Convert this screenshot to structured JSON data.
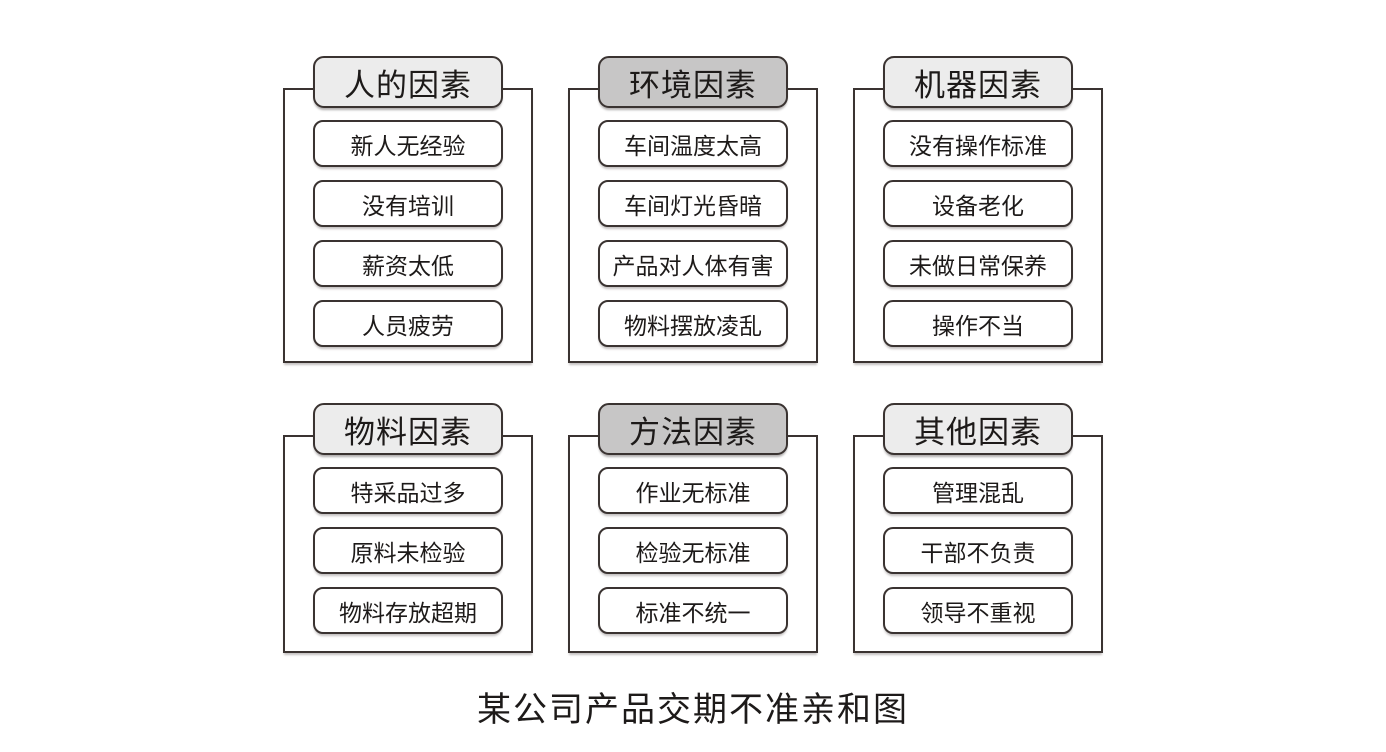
{
  "caption": "某公司产品交期不准亲和图",
  "colors": {
    "border": "#3a3331",
    "header_light": "#ececec",
    "header_dark": "#c7c6c6",
    "item_bg": "#ffffff",
    "text": "#1d1a19",
    "page_bg": "#ffffff"
  },
  "groups": [
    {
      "id": "human-factors",
      "label": "人的因素",
      "header_style": "light",
      "row": 0,
      "col": 0,
      "items": [
        "新人无经验",
        "没有培训",
        "薪资太低",
        "人员疲劳"
      ]
    },
    {
      "id": "environment-factors",
      "label": "环境因素",
      "header_style": "dark",
      "row": 0,
      "col": 1,
      "items": [
        "车间温度太高",
        "车间灯光昏暗",
        "产品对人体有害",
        "物料摆放凌乱"
      ]
    },
    {
      "id": "machine-factors",
      "label": "机器因素",
      "header_style": "light",
      "row": 0,
      "col": 2,
      "items": [
        "没有操作标准",
        "设备老化",
        "未做日常保养",
        "操作不当"
      ]
    },
    {
      "id": "material-factors",
      "label": "物料因素",
      "header_style": "light",
      "row": 1,
      "col": 0,
      "items": [
        "特采品过多",
        "原料未检验",
        "物料存放超期"
      ]
    },
    {
      "id": "method-factors",
      "label": "方法因素",
      "header_style": "dark",
      "row": 1,
      "col": 1,
      "items": [
        "作业无标准",
        "检验无标准",
        "标准不统一"
      ]
    },
    {
      "id": "other-factors",
      "label": "其他因素",
      "header_style": "light",
      "row": 1,
      "col": 2,
      "items": [
        "管理混乱",
        "干部不负责",
        "领导不重视"
      ]
    }
  ]
}
